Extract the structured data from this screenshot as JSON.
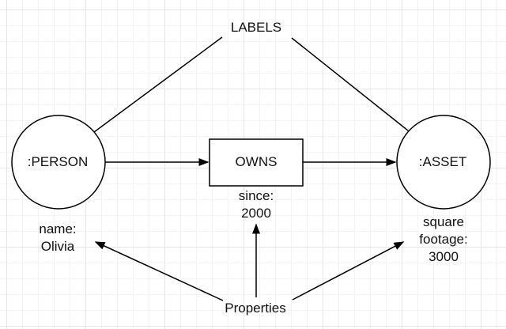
{
  "diagram": {
    "annotations": {
      "labels_pointer": "LABELS",
      "properties_pointer": "Properties"
    },
    "nodes": {
      "person": {
        "label": ":PERSON",
        "property": "name:\nOlivia"
      },
      "asset": {
        "label": ":ASSET",
        "property": "square\nfootage:\n3000"
      },
      "relationship": {
        "label": "OWNS",
        "property": "since:\n2000"
      }
    },
    "colors": {
      "stroke": "#000000",
      "shape_fill": "#ffffff",
      "background": "#ffffff",
      "grid_minor": "#f4f4f4",
      "grid_major": "#e6e6e6",
      "text": "#111111"
    }
  }
}
